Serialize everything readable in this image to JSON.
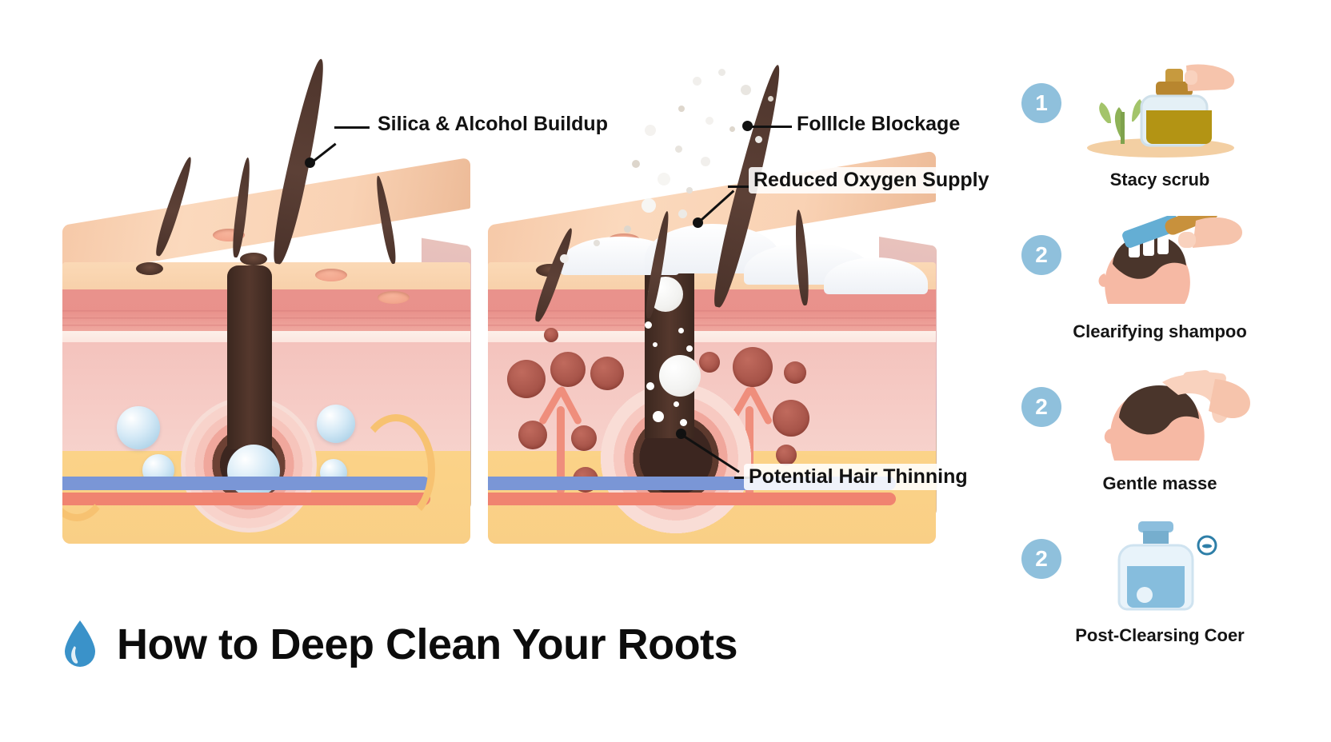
{
  "title": {
    "text": "How to Deep Clean Your Roots",
    "icon": "water-drop-icon",
    "icon_color": "#3a92c9",
    "color": "#0c0c0c"
  },
  "diagram": {
    "panels": [
      {
        "name": "healthy-scalp-panel",
        "callouts": [
          {
            "label": "Silica & Alcohol Buildup"
          }
        ]
      },
      {
        "name": "affected-scalp-panel",
        "callouts": [
          {
            "label": "Folllcle Blockage"
          },
          {
            "label": "Reduced Oxygen Supply"
          },
          {
            "label": "Potential Hair Thinning"
          }
        ]
      }
    ],
    "colors": {
      "epidermis": "#fbd9b6",
      "dermis": "#e9928c",
      "subcutis": "#f4c3bd",
      "fat": "#fbd287",
      "hair": "#4e352c",
      "vein": "#7a96d6",
      "artery": "#f08370",
      "nerve": "#f7c271",
      "bead": "#b2d5ea",
      "gland": "#a8554a",
      "buildup": "#ffffff"
    }
  },
  "steps": {
    "badge_color": "#8fc0dc",
    "items": [
      {
        "number": "1",
        "label": "Stacy scrub",
        "icon": "oil-bottle-plant-icon"
      },
      {
        "number": "2",
        "label": "Clearifying shampoo",
        "icon": "scalp-brush-icon"
      },
      {
        "number": "2",
        "label": "Gentle masse",
        "icon": "head-massage-icon"
      },
      {
        "number": "2",
        "label": "Post-Clearsing Coer",
        "icon": "toner-bottle-icon"
      }
    ]
  }
}
